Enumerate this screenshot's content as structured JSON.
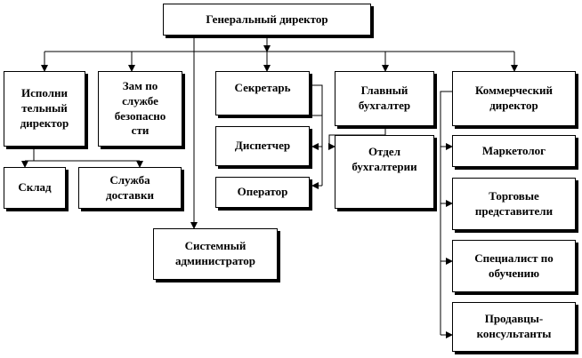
{
  "nodes": {
    "ceo": "Генеральный директор",
    "exec_director": "Исполни\nтельный\nдиректор",
    "deputy_security": "Зам по\nслужбе\nбезопасно\nсти",
    "secretary": "Секретарь",
    "chief_accountant": "Главный\nбухгалтер",
    "commercial_director": "Коммерческий\nдиректор",
    "warehouse": "Склад",
    "delivery": "Служба\nдоставки",
    "dispatcher": "Диспетчер",
    "operator": "Оператор",
    "accounting_dept": "Отдел\nбухгалтерии",
    "marketer": "Маркетолог",
    "sales_reps": "Торговые\nпредставители",
    "trainer": "Специалист по\nобучению",
    "consultants": "Продавцы-\nконсультанты",
    "sysadmin": "Системный\nадминистратор"
  }
}
